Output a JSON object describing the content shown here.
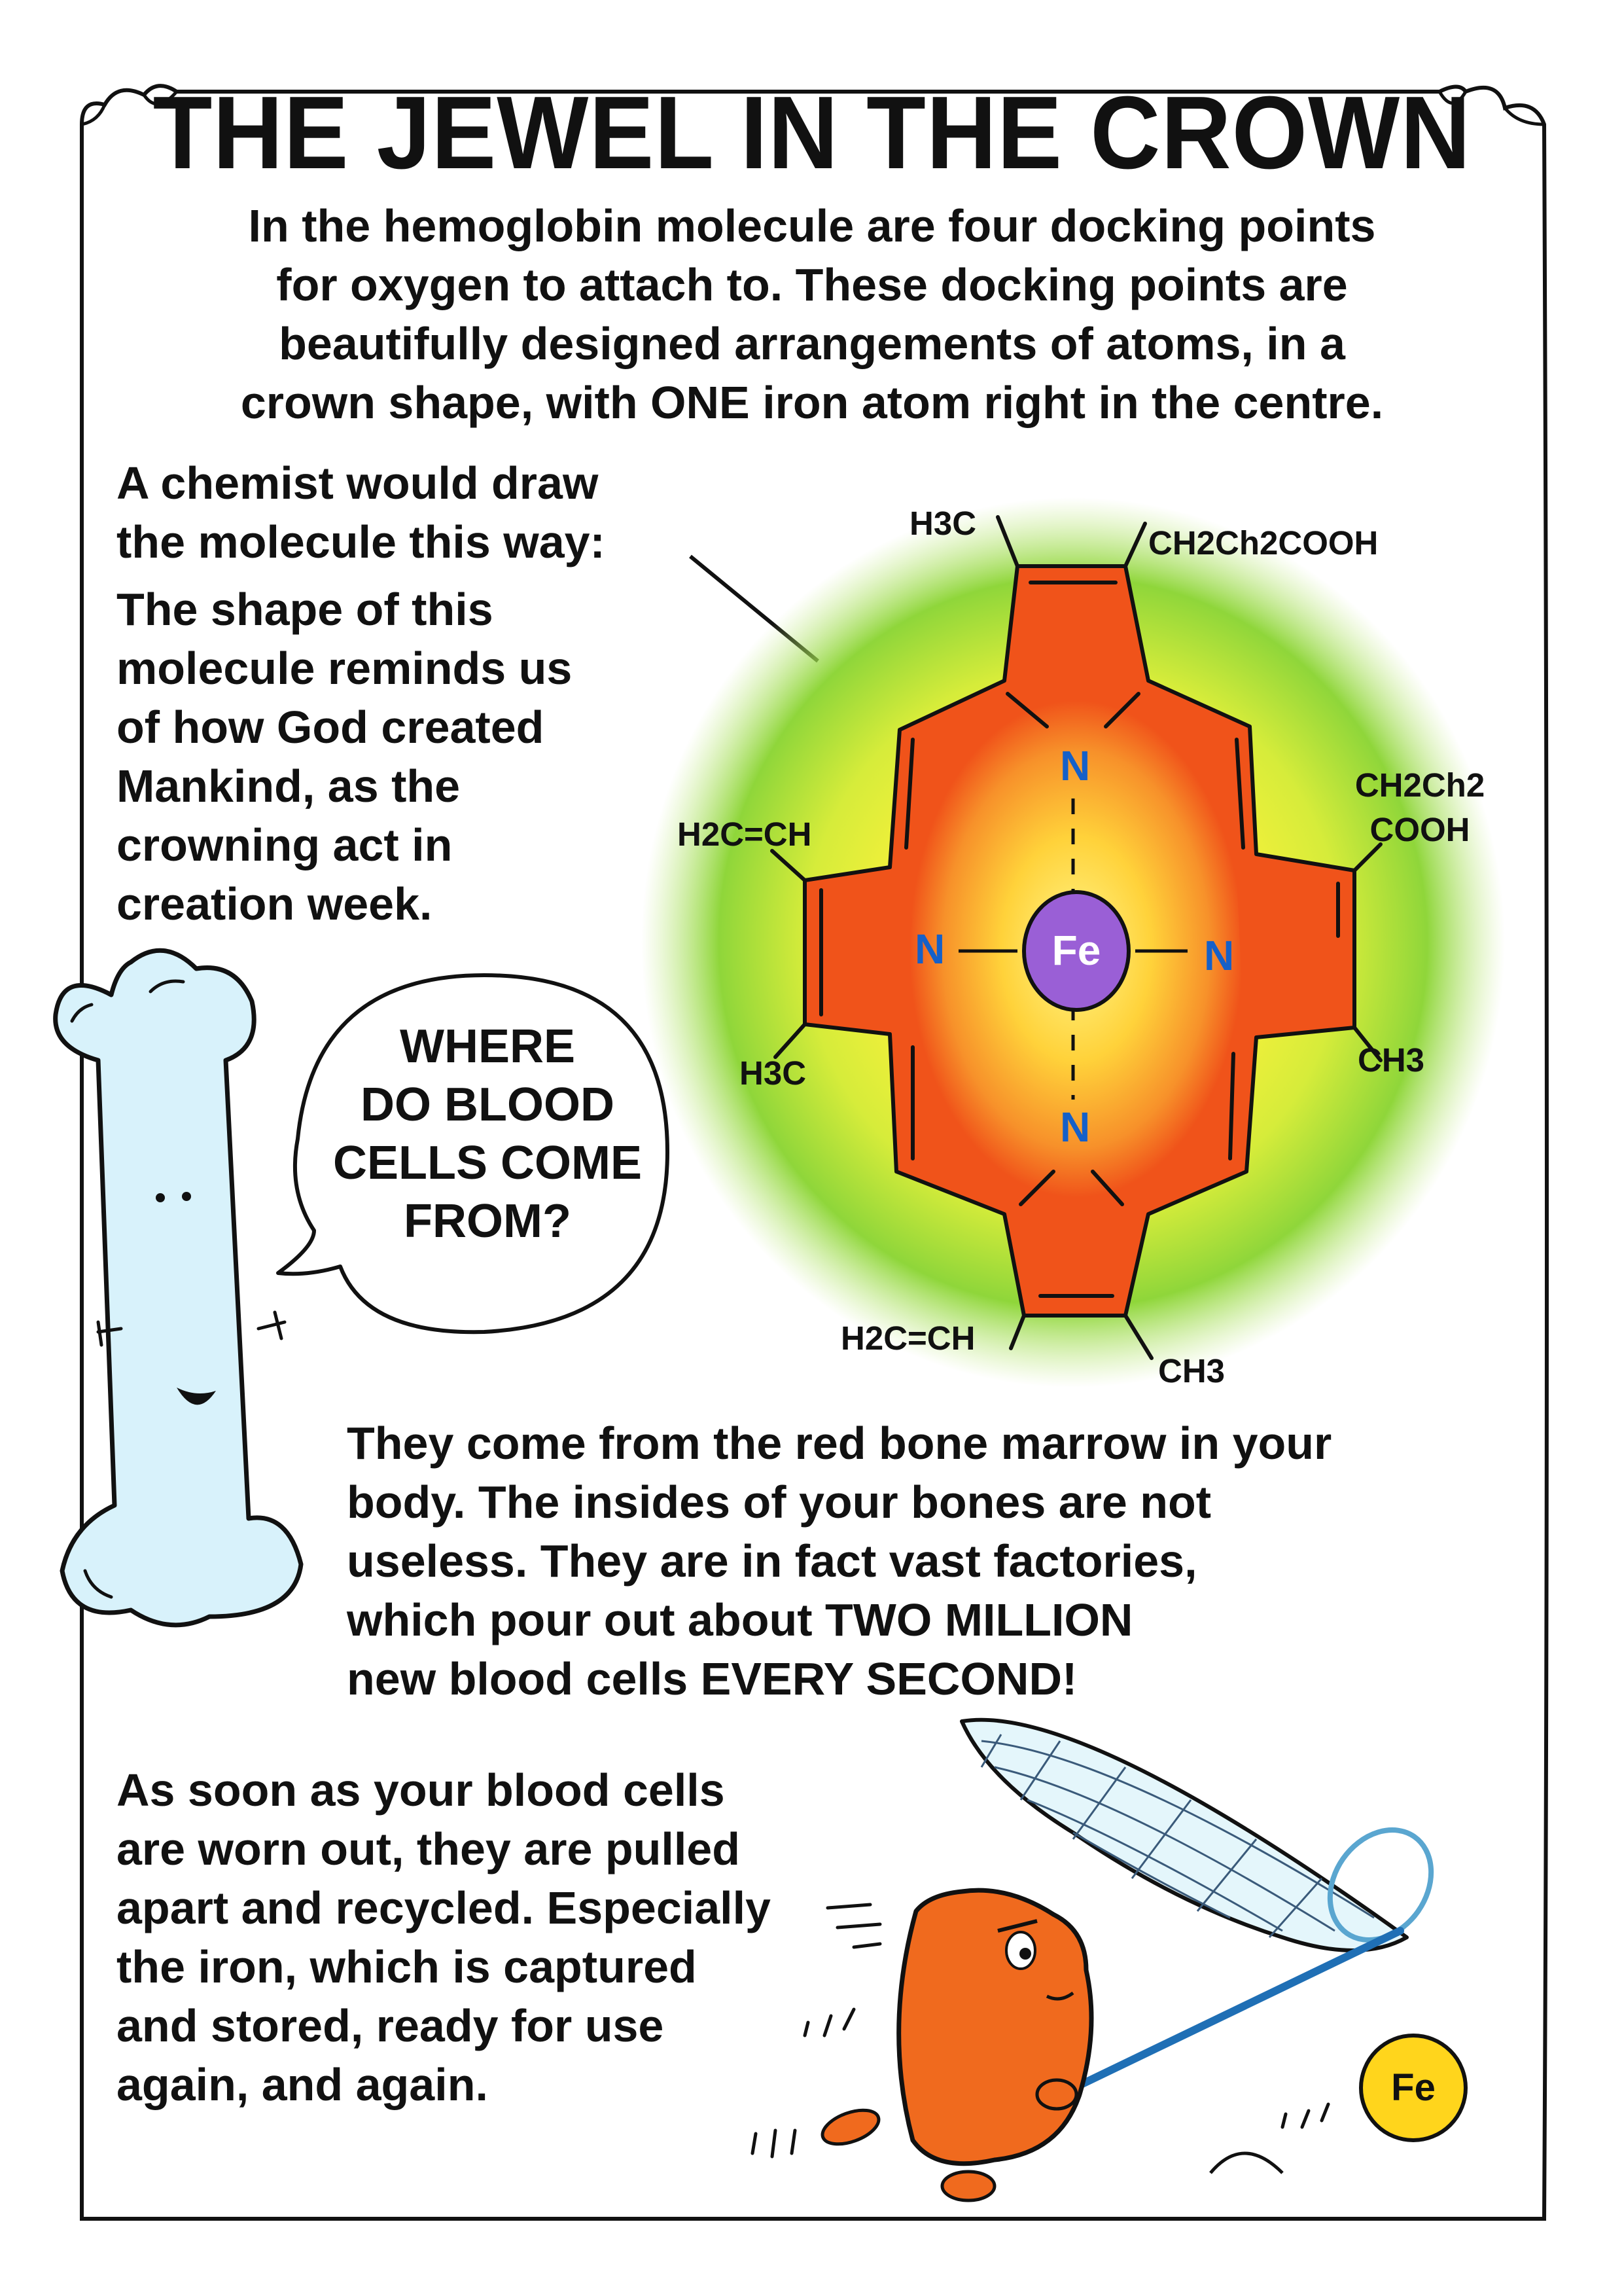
{
  "title": "THE JEWEL IN THE CROWN",
  "intro_lines": [
    "In the hemoglobin molecule are four docking points",
    "for oxygen to attach to. These docking points are",
    "beautifully designed arrangements of atoms, in a",
    "crown shape, with ONE iron atom right in the centre."
  ],
  "chemist_lines": [
    "A chemist would draw",
    "the molecule this way:"
  ],
  "shape_lines": [
    "The shape of this",
    "molecule reminds us",
    "of how God created",
    "Mankind, as the",
    "crowning act in",
    "creation week."
  ],
  "speech_bubble_lines": [
    "WHERE",
    "DO BLOOD",
    "CELLS COME",
    "FROM?"
  ],
  "marrow_lines": [
    "They come from the red bone marrow in your",
    "body. The insides of your bones are not",
    "useless. They are in fact vast factories,",
    "which pour out about TWO MILLION",
    "new blood cells EVERY SECOND!"
  ],
  "recycle_lines": [
    "As soon as your blood cells",
    "are worn out, they are pulled",
    "apart and recycled. Especially",
    "the iron, which is captured",
    "and stored, ready for use",
    "again, and again."
  ],
  "molecule": {
    "center_atom": "Fe",
    "nitrogen": "N",
    "groups": {
      "top_left": "H3C",
      "top_right": "CH2Ch2COOH",
      "right_top_line1": "CH2Ch2",
      "right_top_line2": "COOH",
      "right_bottom": "CH3",
      "left_top": "H2C=CH",
      "left_bottom": "H3C",
      "bottom_left": "H2C=CH",
      "bottom_right": "CH3"
    }
  },
  "iron_ball_label": "Fe",
  "colors": {
    "ring_orange": "#f0531a",
    "glow_yellow": "#fff23a",
    "glow_green": "#8fd63a",
    "fe_purple": "#9a5fd6",
    "nitrogen_blue": "#1560c8",
    "bone_blue": "#d8f2fb",
    "cell_orange": "#f06a1e",
    "fe_ball_yellow": "#ffd51c"
  },
  "icons": [
    "bone-character",
    "red-blood-cell-character",
    "butterfly-net",
    "iron-ball",
    "speech-bubble",
    "porphyrin-ring"
  ]
}
